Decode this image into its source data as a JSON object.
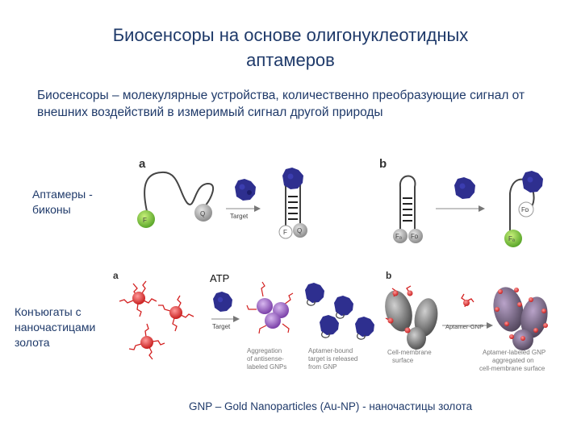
{
  "title_line1": "Биосенсоры на основе олигонуклеотидных",
  "title_line2": "аптамеров",
  "definition": "Биосенсоры – молекулярные устройства, количественно преобразующие сигнал от внешних воздействий в измеримый сигнал другой природы",
  "beacons": {
    "label_line1": "Аптамеры -",
    "label_line2": "биконы",
    "panel_a": "a",
    "panel_b": "b",
    "f": "F",
    "q": "Q",
    "target": "Target",
    "fa": "Fₐ",
    "fd": "Fᴅ"
  },
  "gnp": {
    "label_line1": "Конъюгаты с",
    "label_line2": "наночастицами",
    "label_line3": "золота",
    "panel_a": "a",
    "panel_b": "b",
    "atp": "ATP",
    "target": "Target",
    "aptamer_gnp": "Aptamer-GNP",
    "cap_aggregation": [
      "Aggregation",
      "of antisense-",
      "labeled GNPs"
    ],
    "cap_released": [
      "Aptamer-bound",
      "target is released",
      "from GNP"
    ],
    "cap_cell": [
      "Cell-membrane",
      "surface"
    ],
    "cap_labeled": [
      "Aptamer-labeled GNP",
      "aggregated on",
      "cell-membrane surface"
    ]
  },
  "footer": "GNP – Gold Nanoparticles (Au-NP)  - наночастицы золота"
}
